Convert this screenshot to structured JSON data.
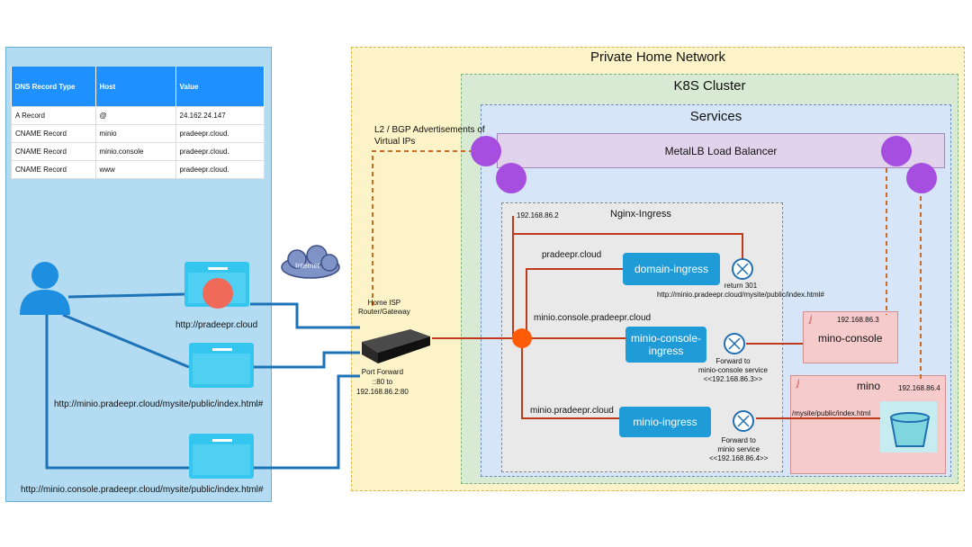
{
  "dns_table": {
    "headers": [
      "DNS Record Type",
      "Host",
      "Value"
    ],
    "rows": [
      [
        "A Record",
        "@",
        "24.162.24.147"
      ],
      [
        "CNAME Record",
        "minio",
        "pradeepr.cloud."
      ],
      [
        "CNAME Record",
        "minio.console",
        "pradeepr.cloud."
      ],
      [
        "CNAME Record",
        "www",
        "pradeepr.cloud."
      ]
    ]
  },
  "client": {
    "url_1": "http://pradeepr.cloud",
    "url_2": "http://minio.pradeepr.cloud/mysite/public/index.html#",
    "url_3": "http://minio.console.pradeepr.cloud/mysite/public/index.html#"
  },
  "internet_label": "Internet",
  "router": {
    "title": "Home ISP\nRouter/Gateway",
    "port_forward": "Port Forward\n::80 to\n192.168.86.2:80"
  },
  "zones": {
    "home_network": "Private Home Network",
    "k8s_cluster": "K8S Cluster",
    "services": "Services",
    "nginx_ingress": "Nginx-Ingress"
  },
  "bgp_label": "L2 / BGP Advertisements of\nVirtual IPs",
  "metallb": "MetalLB Load Balancer",
  "ingress_ip": "192.168.86.2",
  "routes": {
    "domain_host": "pradeepr.cloud",
    "console_host": "minio.console.pradeepr.cloud",
    "minio_host": "minio.pradeepr.cloud"
  },
  "ingresses": {
    "domain": "domain-ingress",
    "console": "minio-console-\ningress",
    "minio": "minio-ingress"
  },
  "actions": {
    "return": "return 301\nhttp://minio.pradeepr.cloud/mysite/public/index.html#",
    "forward_console": "Forward to\nminio-console service\n<<192.168.86.3>>",
    "forward_minio": "Forward to\nminio service\n<<192.168.86.4>>"
  },
  "services": {
    "console_ip": "192.168.86.3",
    "console_name": "mino-console",
    "minio_ip": "192.168.86.4",
    "minio_name": "mino",
    "minio_path": "/mysite/public/index.html"
  },
  "colors": {
    "client_zone": "#b3dcf2",
    "home_zone": "#fdf3c8",
    "k8s_zone": "#d8ead3",
    "services_zone": "#d6e6f8",
    "metallb": "#e2d3ec",
    "vip": "#a64ee0",
    "ingress_button": "#1f9bd7",
    "route_line": "#c0391b",
    "client_line": "#1e73b8",
    "pod_fill": "#f6cbcc",
    "bucket": "#4cc4d4"
  }
}
